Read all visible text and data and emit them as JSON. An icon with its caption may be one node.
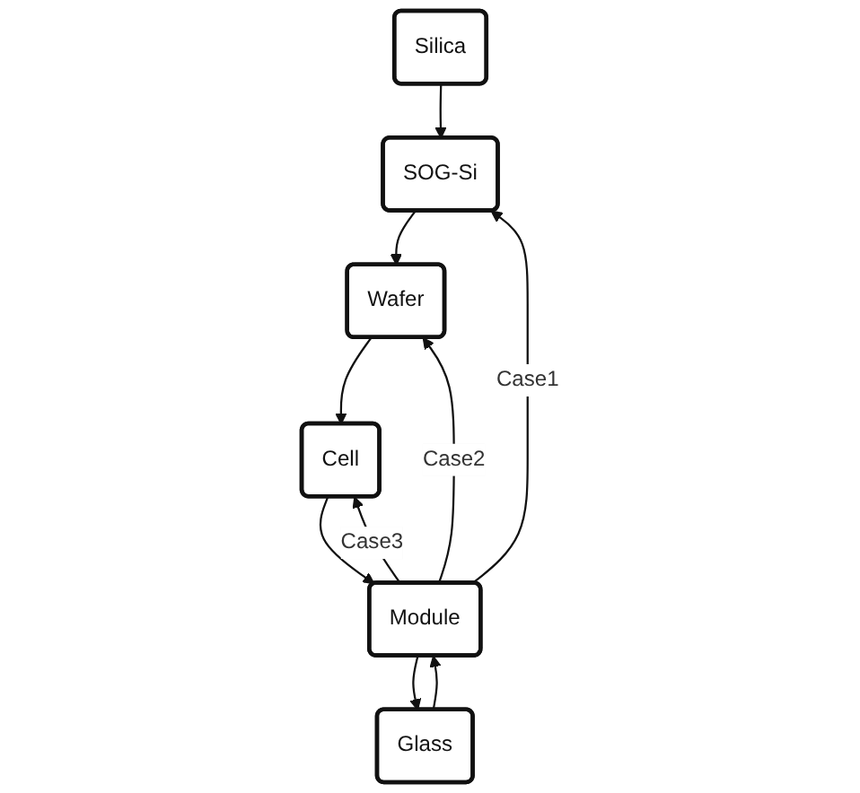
{
  "diagram": {
    "nodes": [
      {
        "text": [
          "Silica"
        ]
      },
      {
        "text": [
          "SOG-Si"
        ]
      },
      {
        "text": [
          "Wafer"
        ]
      },
      {
        "text": [
          "Glass"
        ]
      },
      {
        "text": [
          "Cell"
        ]
      },
      {
        "text": [
          "Module"
        ]
      }
    ],
    "edges": [
      {
        "from": 0,
        "to": 1,
        "arrow": "to"
      },
      {
        "from": 1,
        "to": 2,
        "arrow": "to"
      },
      {
        "from": 2,
        "to": 4,
        "arrow": "to"
      },
      {
        "from": 4,
        "to": 5,
        "arrow": "to"
      },
      {
        "from": 3,
        "to": 5,
        "arrow": "to"
      },
      {
        "from": 5,
        "to": 3,
        "arrow": "to"
      },
      {
        "from": 5,
        "to": 1,
        "label": "Case1",
        "arrow": "to"
      },
      {
        "from": 5,
        "to": 2,
        "label": "Case2",
        "arrow": "to"
      },
      {
        "from": 5,
        "to": 4,
        "label": "Case3",
        "arrow": "to"
      }
    ]
  }
}
